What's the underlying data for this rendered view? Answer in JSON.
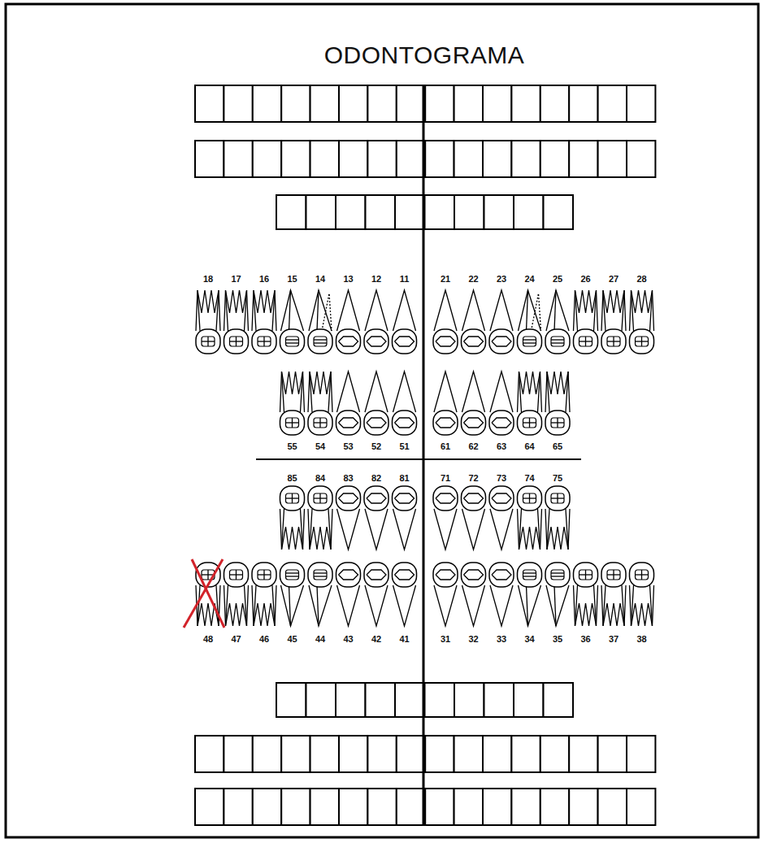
{
  "diagram": {
    "title": "ODONTOGRAMA",
    "labels": [
      "18",
      "17",
      "16",
      "15",
      "14",
      "13",
      "12",
      "11",
      "21",
      "22",
      "23",
      "24",
      "25",
      "26",
      "27",
      "28",
      "55",
      "54",
      "53",
      "52",
      "51",
      "61",
      "62",
      "63",
      "64",
      "65",
      "85",
      "84",
      "83",
      "82",
      "81",
      "71",
      "72",
      "73",
      "74",
      "75",
      "48",
      "47",
      "46",
      "45",
      "44",
      "43",
      "42",
      "41",
      "31",
      "32",
      "33",
      "34",
      "35",
      "36",
      "37",
      "38"
    ]
  }
}
